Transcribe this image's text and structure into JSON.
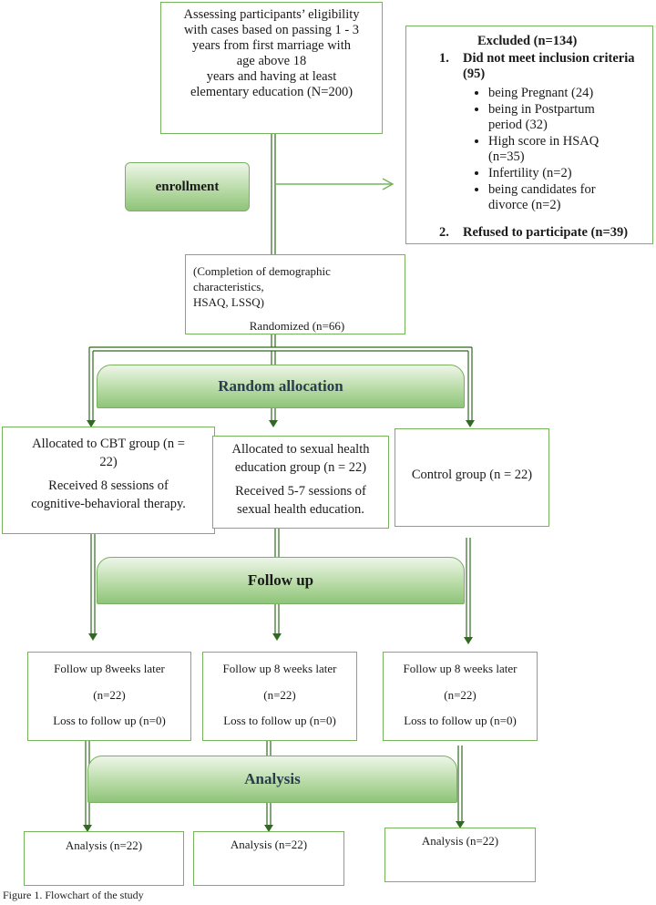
{
  "eligibility": {
    "line1": "Assessing participants’ eligibility",
    "line2": "with cases based on passing 1 - 3",
    "line3": "years from first marriage with",
    "line4": "age above 18",
    "line5": "years and having at least",
    "line6": "elementary education (N=200)"
  },
  "enrollment_label": "enrollment",
  "excluded": {
    "title": "Excluded (n=134)",
    "item1_num": "1.",
    "item1_line1": "Did not meet inclusion criteria",
    "item1_line2": "(95)",
    "bullets": [
      {
        "line1": "being Pregnant (24)",
        "line2": ""
      },
      {
        "line1": "being in Postpartum",
        "line2": "period (32)"
      },
      {
        "line1": "High score in HSAQ",
        "line2": "(n=35)"
      },
      {
        "line1": "Infertility (n=2)",
        "line2": ""
      },
      {
        "line1": "being candidates for",
        "line2": "divorce (n=2)"
      }
    ],
    "item2_num": "2.",
    "item2_text": "Refused to participate (n=39)"
  },
  "randomized": {
    "line1": "(Completion of demographic characteristics,",
    "line2": "HSAQ, LSSQ)",
    "line3": "Randomized (n=66)"
  },
  "random_allocation_label": "Random allocation",
  "groups": {
    "cbt": {
      "line1": "Allocated to CBT group (n =",
      "line2": "22)",
      "line3": "Received 8 sessions of",
      "line4": "cognitive-behavioral therapy."
    },
    "she": {
      "line1": "Allocated to sexual health",
      "line2": "education group (n = 22)",
      "line3": "Received 5-7 sessions of",
      "line4": "sexual health education."
    },
    "control": {
      "line1": "Control group (n = 22)"
    }
  },
  "follow_up_label": "Follow up",
  "followups": [
    {
      "title": "Follow up 8weeks later",
      "n": "(n=22)",
      "loss": "Loss to follow up (n=0)"
    },
    {
      "title": "Follow up 8 weeks later",
      "n": "(n=22)",
      "loss": "Loss to follow up (n=0)"
    },
    {
      "title": "Follow up 8 weeks later",
      "n": "(n=22)",
      "loss": "Loss to follow up (n=0)"
    }
  ],
  "analysis_label": "Analysis",
  "analyses": [
    "Analysis (n=22)",
    "Analysis (n=22)",
    "Analysis (n=22)"
  ],
  "caption": "Figure 1. Flowchart of the study",
  "colors": {
    "box_border": "#77b35d",
    "connector": "#2f6b1f",
    "banner_text": "#2a3c4e"
  }
}
